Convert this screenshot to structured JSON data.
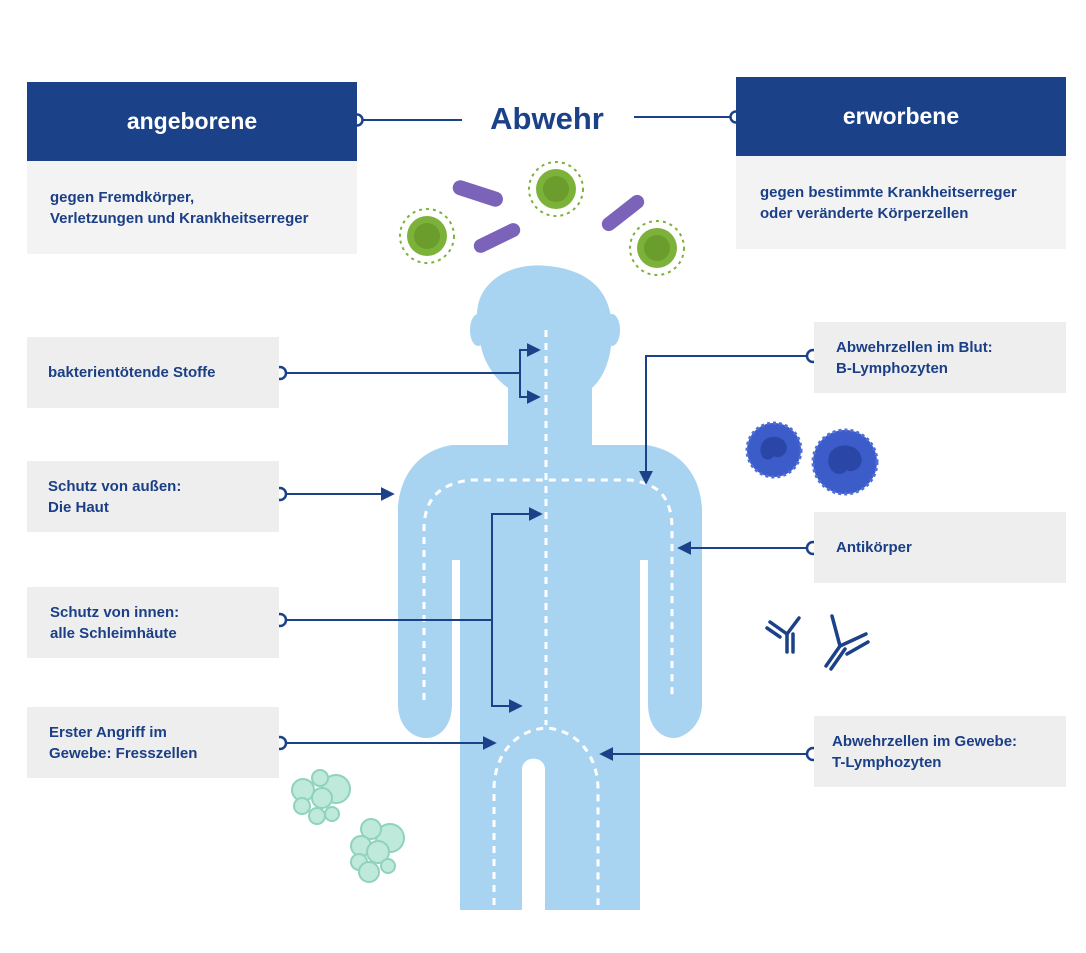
{
  "title": "Abwehr",
  "innate": {
    "heading": "angeborene",
    "description": "gegen Fremdkörper,\nVerletzungen und Krankheitserreger"
  },
  "adaptive": {
    "heading": "erworbene",
    "description": "gegen bestimmte Krankheitserreger\noder veränderte Körperzellen"
  },
  "left_labels": [
    "bakterientötende Stoffe",
    "Schutz von außen:\nDie Haut",
    "Schutz von innen:\nalle Schleimhäute",
    "Erster Angriff im\nGewebe: Fresszellen"
  ],
  "right_labels": [
    "Abwehrzellen im Blut:\nB-Lymphozyten",
    "Antikörper",
    "Abwehrzellen im Gewebe:\nT-Lymphozyten"
  ],
  "colors": {
    "navy": "#1b4289",
    "body": "#a8d4f2",
    "virus": "#7db23a",
    "bacteria": "#7a63b8",
    "lymphocyte": "#3c5cc9",
    "phagocyte": "#9ad8c3"
  }
}
